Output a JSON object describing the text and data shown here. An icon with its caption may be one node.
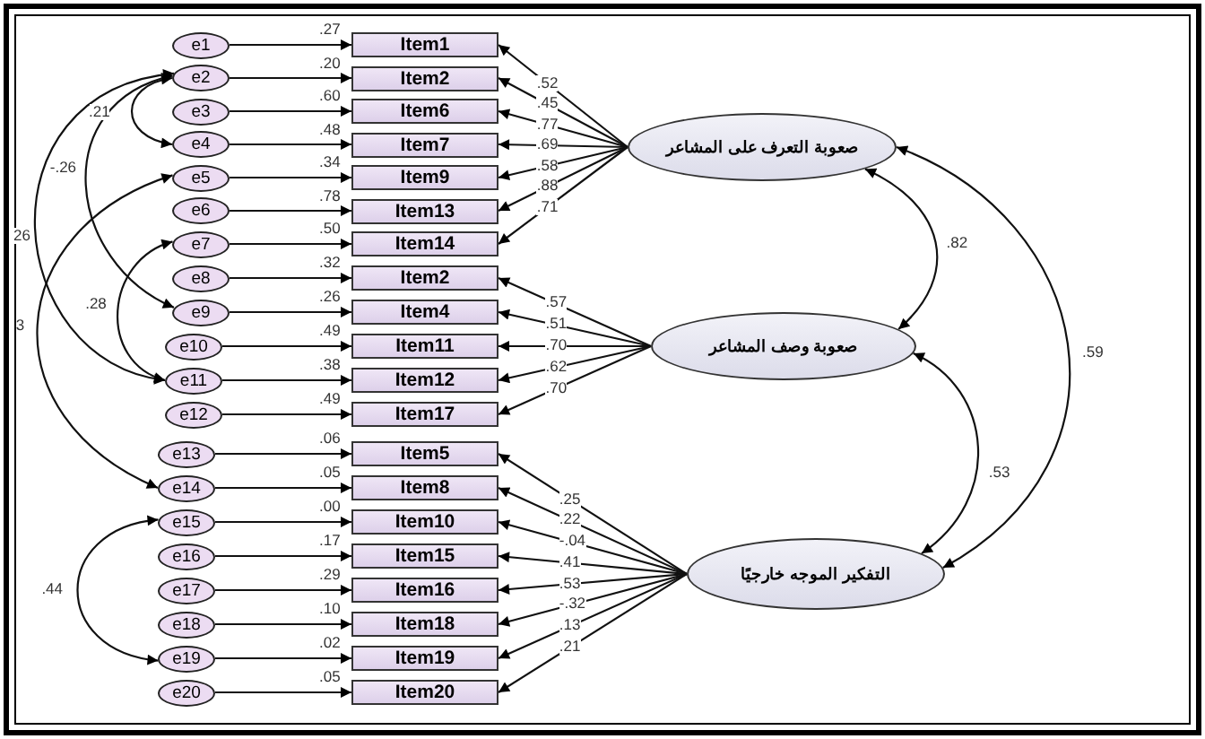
{
  "diagram": {
    "nodes": [
      {
        "text": [
          "e1"
        ]
      },
      {
        "text": [
          "e2"
        ]
      },
      {
        "text": [
          "e3"
        ]
      },
      {
        "text": [
          "e4"
        ]
      },
      {
        "text": [
          "e5"
        ]
      },
      {
        "text": [
          "e6"
        ]
      },
      {
        "text": [
          "e7"
        ]
      },
      {
        "text": [
          "e8"
        ]
      },
      {
        "text": [
          "e9"
        ]
      },
      {
        "text": [
          "e10"
        ]
      },
      {
        "text": [
          "e11"
        ]
      },
      {
        "text": [
          "e12"
        ]
      },
      {
        "text": [
          "e13"
        ]
      },
      {
        "text": [
          "e14"
        ]
      },
      {
        "text": [
          "e15"
        ]
      },
      {
        "text": [
          "e16"
        ]
      },
      {
        "text": [
          "e17"
        ]
      },
      {
        "text": [
          "e18"
        ]
      },
      {
        "text": [
          "e19"
        ]
      },
      {
        "text": [
          "e20"
        ]
      },
      {
        "text": [
          "Item1"
        ],
        "beside": [
          ".27"
        ]
      },
      {
        "text": [
          "Item2"
        ],
        "beside": [
          ".20"
        ]
      },
      {
        "text": [
          "Item6"
        ],
        "beside": [
          ".60"
        ]
      },
      {
        "text": [
          "Item7"
        ],
        "beside": [
          ".48"
        ]
      },
      {
        "text": [
          "Item9"
        ],
        "beside": [
          ".34"
        ]
      },
      {
        "text": [
          "Item13"
        ],
        "beside": [
          ".78"
        ]
      },
      {
        "text": [
          "Item14"
        ],
        "beside": [
          ".50"
        ]
      },
      {
        "text": [
          "Item2"
        ],
        "beside": [
          ".32"
        ]
      },
      {
        "text": [
          "Item4"
        ],
        "beside": [
          ".26"
        ]
      },
      {
        "text": [
          "Item11"
        ],
        "beside": [
          ".49"
        ]
      },
      {
        "text": [
          "Item12"
        ],
        "beside": [
          ".38"
        ]
      },
      {
        "text": [
          "Item17"
        ],
        "beside": [
          ".49"
        ]
      },
      {
        "text": [
          "Item5"
        ],
        "beside": [
          ".06"
        ]
      },
      {
        "text": [
          "Item8"
        ],
        "beside": [
          ".05"
        ]
      },
      {
        "text": [
          "Item10"
        ],
        "beside": [
          ".00"
        ]
      },
      {
        "text": [
          "Item15"
        ],
        "beside": [
          ".17"
        ]
      },
      {
        "text": [
          "Item16"
        ],
        "beside": [
          ".29"
        ]
      },
      {
        "text": [
          "Item18"
        ],
        "beside": [
          ".10"
        ]
      },
      {
        "text": [
          "Item19"
        ],
        "beside": [
          ".02"
        ]
      },
      {
        "text": [
          "Item20"
        ],
        "beside": [
          ".05"
        ]
      },
      {
        "text": [
          "صعوبة التعرف على المشاعر"
        ]
      },
      {
        "text": [
          "صعوبة وصف المشاعر"
        ]
      },
      {
        "text": [
          "التفكير الموجه خارجيًا"
        ]
      }
    ],
    "edges": [
      {
        "from": 0,
        "to": 20,
        "arrow": "to"
      },
      {
        "from": 1,
        "to": 21,
        "arrow": "to"
      },
      {
        "from": 2,
        "to": 22,
        "arrow": "to"
      },
      {
        "from": 3,
        "to": 23,
        "arrow": "to"
      },
      {
        "from": 4,
        "to": 24,
        "arrow": "to"
      },
      {
        "from": 5,
        "to": 25,
        "arrow": "to"
      },
      {
        "from": 6,
        "to": 26,
        "arrow": "to"
      },
      {
        "from": 7,
        "to": 27,
        "arrow": "to"
      },
      {
        "from": 8,
        "to": 28,
        "arrow": "to"
      },
      {
        "from": 9,
        "to": 29,
        "arrow": "to"
      },
      {
        "from": 10,
        "to": 30,
        "arrow": "to"
      },
      {
        "from": 11,
        "to": 31,
        "arrow": "to"
      },
      {
        "from": 12,
        "to": 32,
        "arrow": "to"
      },
      {
        "from": 13,
        "to": 33,
        "arrow": "to"
      },
      {
        "from": 14,
        "to": 34,
        "arrow": "to"
      },
      {
        "from": 15,
        "to": 35,
        "arrow": "to"
      },
      {
        "from": 16,
        "to": 36,
        "arrow": "to"
      },
      {
        "from": 17,
        "to": 37,
        "arrow": "to"
      },
      {
        "from": 18,
        "to": 38,
        "arrow": "to"
      },
      {
        "from": 19,
        "to": 39,
        "arrow": "to"
      },
      {
        "from": 40,
        "to": 20,
        "arrow": "to",
        "label": ".52"
      },
      {
        "from": 40,
        "to": 21,
        "arrow": "to",
        "label": ".45"
      },
      {
        "from": 40,
        "to": 22,
        "arrow": "to",
        "label": ".77"
      },
      {
        "from": 40,
        "to": 23,
        "arrow": "to",
        "label": ".69"
      },
      {
        "from": 40,
        "to": 24,
        "arrow": "to",
        "label": ".58"
      },
      {
        "from": 40,
        "to": 25,
        "arrow": "to",
        "label": ".88"
      },
      {
        "from": 40,
        "to": 26,
        "arrow": "to",
        "label": ".71"
      },
      {
        "from": 41,
        "to": 27,
        "arrow": "to",
        "label": ".57"
      },
      {
        "from": 41,
        "to": 28,
        "arrow": "to",
        "label": ".51"
      },
      {
        "from": 41,
        "to": 29,
        "arrow": "to",
        "label": ".70"
      },
      {
        "from": 41,
        "to": 30,
        "arrow": "to",
        "label": ".62"
      },
      {
        "from": 41,
        "to": 31,
        "arrow": "to",
        "label": ".70"
      },
      {
        "from": 42,
        "to": 32,
        "arrow": "to",
        "label": ".25"
      },
      {
        "from": 42,
        "to": 33,
        "arrow": "to",
        "label": ".22"
      },
      {
        "from": 42,
        "to": 34,
        "arrow": "to",
        "label": "-.04"
      },
      {
        "from": 42,
        "to": 35,
        "arrow": "to",
        "label": ".41"
      },
      {
        "from": 42,
        "to": 36,
        "arrow": "to",
        "label": ".53"
      },
      {
        "from": 42,
        "to": 37,
        "arrow": "to",
        "label": "-.32"
      },
      {
        "from": 42,
        "to": 38,
        "arrow": "to",
        "label": ".13"
      },
      {
        "from": 42,
        "to": 39,
        "arrow": "to",
        "label": ".21"
      },
      {
        "from": 1,
        "to": 3,
        "arrow": "both",
        "label": ".21"
      },
      {
        "from": 1,
        "to": 8,
        "arrow": "both",
        "label": "-.26"
      },
      {
        "from": 1,
        "to": 10,
        "arrow": "both",
        "label": "26"
      },
      {
        "from": 4,
        "to": 13,
        "arrow": "both",
        "label": "3"
      },
      {
        "from": 6,
        "to": 10,
        "arrow": "both",
        "label": ".28"
      },
      {
        "from": 14,
        "to": 18,
        "arrow": "both",
        "label": ".44"
      },
      {
        "from": 40,
        "to": 41,
        "arrow": "both",
        "label": ".82"
      },
      {
        "from": 40,
        "to": 42,
        "arrow": "both",
        "label": ".59"
      },
      {
        "from": 41,
        "to": 42,
        "arrow": "both",
        "label": ".53"
      }
    ]
  }
}
